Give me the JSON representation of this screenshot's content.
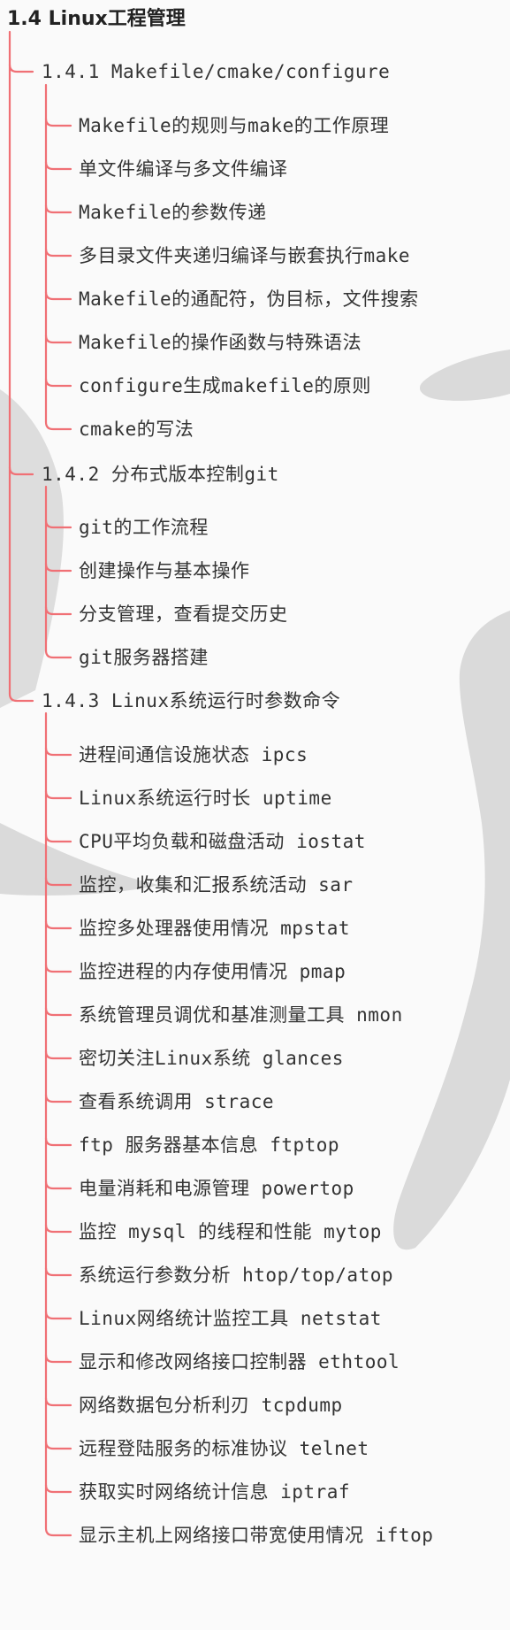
{
  "root": {
    "title": "1.4 Linux工程管理"
  },
  "sections": [
    {
      "title": "1.4.1 Makefile/cmake/configure",
      "items": [
        "Makefile的规则与make的工作原理",
        "单文件编译与多文件编译",
        "Makefile的参数传递",
        "多目录文件夹递归编译与嵌套执行make",
        "Makefile的通配符，伪目标，文件搜索",
        "Makefile的操作函数与特殊语法",
        "configure生成makefile的原则",
        "cmake的写法"
      ]
    },
    {
      "title": "1.4.2 分布式版本控制git",
      "items": [
        "git的工作流程",
        "创建操作与基本操作",
        "分支管理，查看提交历史",
        "git服务器搭建"
      ]
    },
    {
      "title": "1.4.3 Linux系统运行时参数命令",
      "items": [
        "进程间通信设施状态 ipcs",
        "Linux系统运行时长 uptime",
        "CPU平均负载和磁盘活动 iostat",
        "监控，收集和汇报系统活动 sar",
        "监控多处理器使用情况 mpstat",
        "监控进程的内存使用情况 pmap",
        "系统管理员调优和基准测量工具 nmon",
        "密切关注Linux系统 glances",
        "查看系统调用 strace",
        "ftp 服务器基本信息 ftptop",
        "电量消耗和电源管理 powertop",
        "监控 mysql 的线程和性能 mytop",
        "系统运行参数分析 htop/top/atop",
        "Linux网络统计监控工具 netstat",
        "显示和修改网络接口控制器 ethtool",
        "网络数据包分析利刃 tcpdump",
        "远程登陆服务的标准协议 telnet",
        "获取实时网络统计信息 iptraf",
        "显示主机上网络接口带宽使用情况 iftop"
      ]
    }
  ],
  "colors": {
    "connector": "#f07075",
    "text": "#333333",
    "background": "#fafafa",
    "watermark": "#d4d4d4"
  }
}
